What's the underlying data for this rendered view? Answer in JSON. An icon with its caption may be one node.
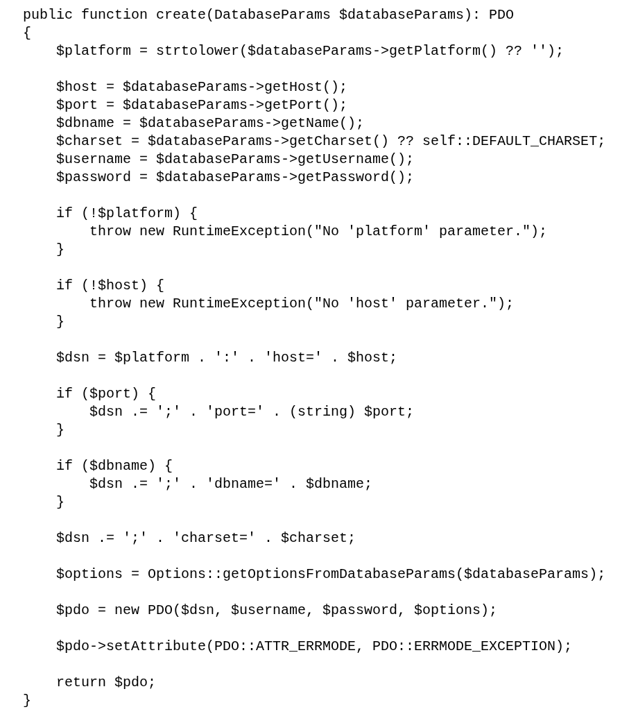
{
  "diagram": {
    "labels": [
      "public function create(DatabaseParams $databaseParams): PDO",
      "{",
      "$platform = strtolower($databaseParams->getPlatform() ?? '');",
      "$host = $databaseParams->getHost();",
      "$port = $databaseParams->getPort();",
      "$dbname = $databaseParams->getName();",
      "$charset = $databaseParams->getCharset() ?? self::DEFAULT_CHARSET;",
      "$username = $databaseParams->getUsername();",
      "$password = $databaseParams->getPassword();",
      "if (!$platform) {",
      "throw new RuntimeException(\"No 'platform' parameter.\");",
      "}",
      "if (!$host) {",
      "throw new RuntimeException(\"No 'host' parameter.\");",
      "}",
      "$dsn = $platform . ':' . 'host=' . $host;",
      "if ($port) {",
      "$dsn .= ';' . 'port=' . (string) $port;",
      "}",
      "if ($dbname) {",
      "$dsn .= ';' . 'dbname=' . $dbname;",
      "}",
      "$dsn .= ';' . 'charset=' . $charset;",
      "$options = Options::getOptionsFromDatabaseParams($databaseParams);",
      "$pdo = new PDO($dsn, $username, $password, $options);",
      "$pdo->setAttribute(PDO::ATTR_ERRMODE, PDO::ERRMODE_EXCEPTION);",
      "return $pdo;",
      "}"
    ]
  }
}
